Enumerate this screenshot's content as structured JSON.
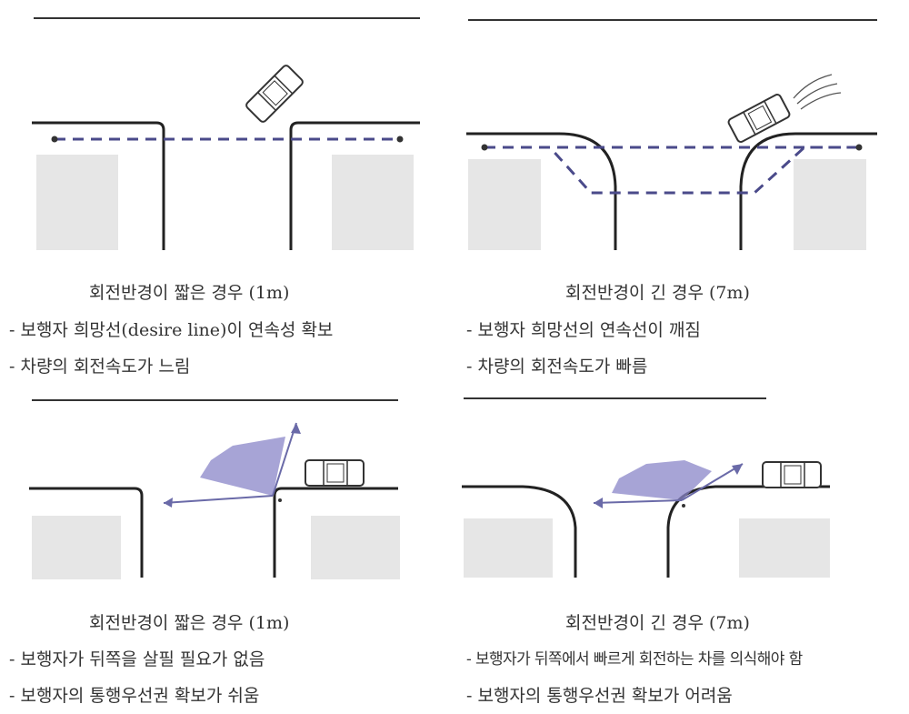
{
  "panels": [
    {
      "caption": "회전반경이 짧은 경우 (1m)",
      "bullets": [
        "- 보행자 희망선(desire line)이 연속성 확보",
        "- 차량의 회전속도가 느림"
      ]
    },
    {
      "caption": "회전반경이 긴 경우 (7m)",
      "bullets": [
        "- 보행자 희망선의 연속선이 깨짐",
        "- 차량의 회전속도가 빠름"
      ]
    },
    {
      "caption": "회전반경이 짧은 경우 (1m)",
      "bullets": [
        "- 보행자가 뒤쪽을 살필 필요가 없음",
        "- 보행자의 통행우선권 확보가 쉬움"
      ]
    },
    {
      "caption": "회전반경이 긴 경우 (7m)",
      "bullets": [
        "- 보행자가 뒤쪽에서 빠르게 회전하는 차를 의식해야 함",
        "- 보행자의 통행우선권 확보가 어려움"
      ]
    }
  ],
  "colors": {
    "curb": "#222222",
    "block": "#e6e6e6",
    "desire_line": "#4a4a8a",
    "pedestrian_zone": "#8a86c8",
    "arrow": "#6a6aa8"
  }
}
